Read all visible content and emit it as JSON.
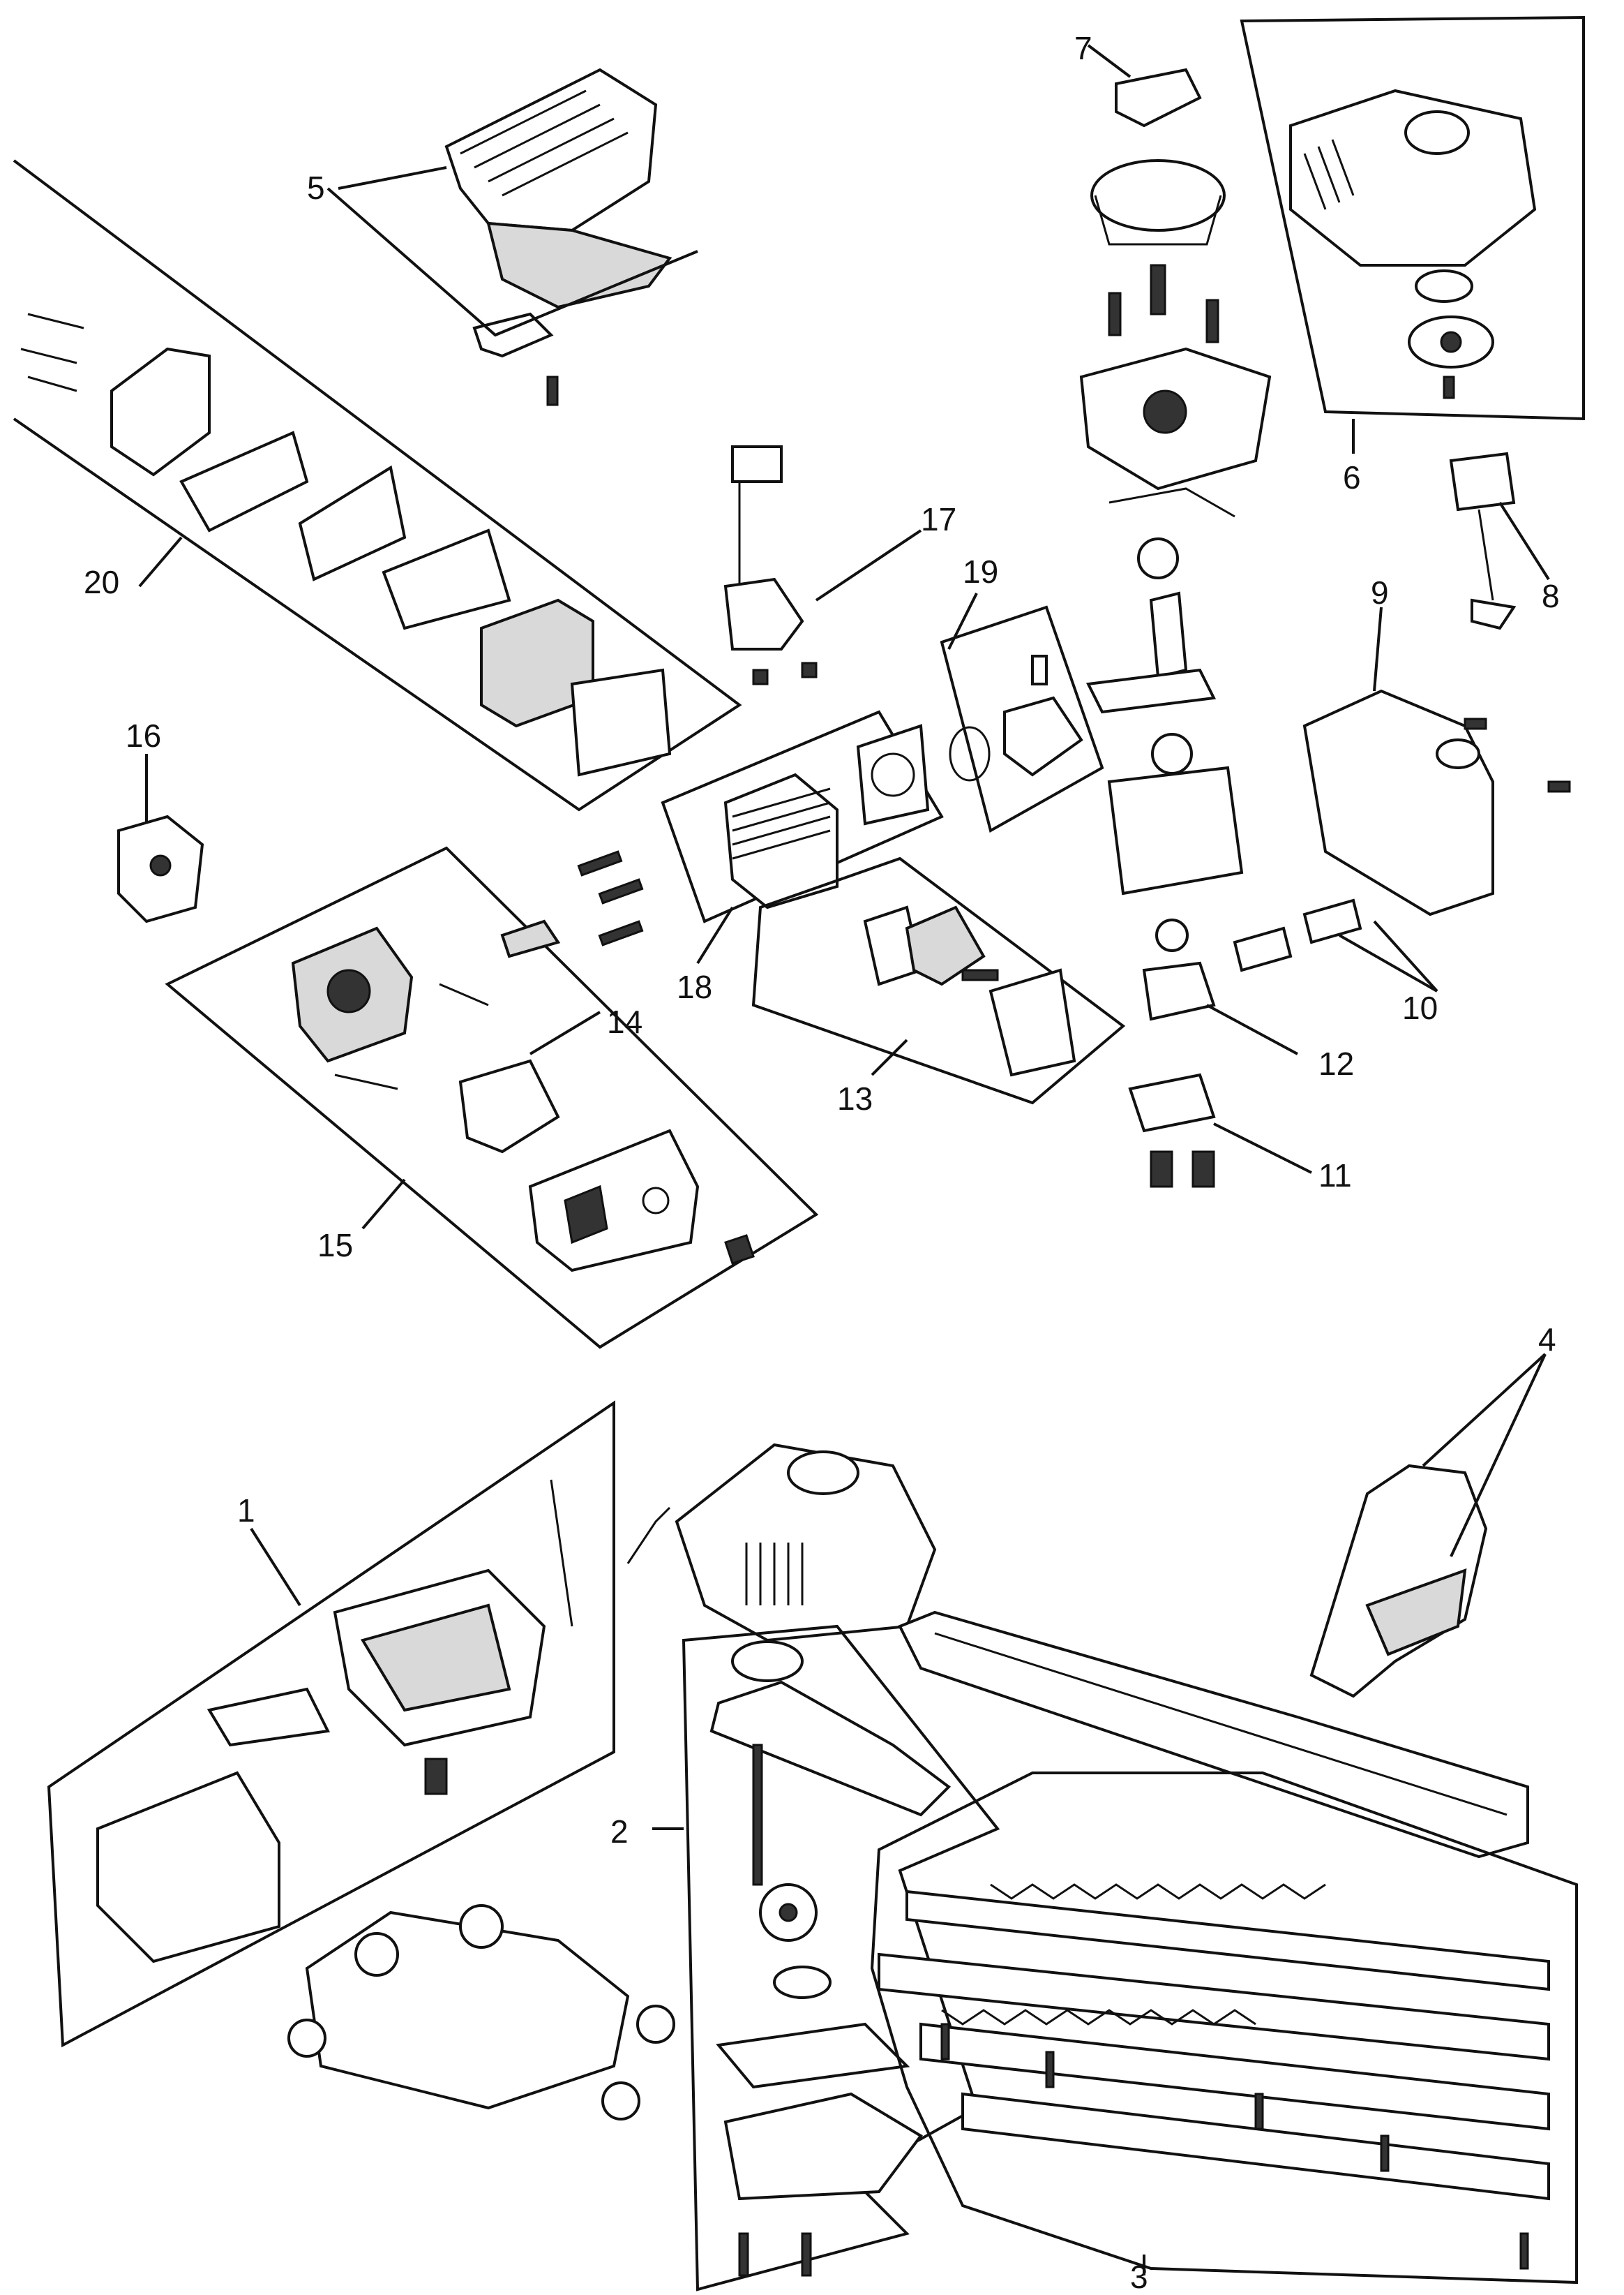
{
  "diagram": {
    "callouts": [
      {
        "id": "c1",
        "text": "1"
      },
      {
        "id": "c2",
        "text": "2"
      },
      {
        "id": "c3",
        "text": "3"
      },
      {
        "id": "c4",
        "text": "4"
      },
      {
        "id": "c5",
        "text": "5"
      },
      {
        "id": "c6",
        "text": "6"
      },
      {
        "id": "c7",
        "text": "7"
      },
      {
        "id": "c8",
        "text": "8"
      },
      {
        "id": "c9",
        "text": "9"
      },
      {
        "id": "c10",
        "text": "10"
      },
      {
        "id": "c11",
        "text": "11"
      },
      {
        "id": "c12",
        "text": "12"
      },
      {
        "id": "c13",
        "text": "13"
      },
      {
        "id": "c14",
        "text": "14"
      },
      {
        "id": "c15",
        "text": "15"
      },
      {
        "id": "c16",
        "text": "16"
      },
      {
        "id": "c17",
        "text": "17"
      },
      {
        "id": "c18",
        "text": "18"
      },
      {
        "id": "c19",
        "text": "19"
      },
      {
        "id": "c20",
        "text": "20"
      }
    ]
  }
}
